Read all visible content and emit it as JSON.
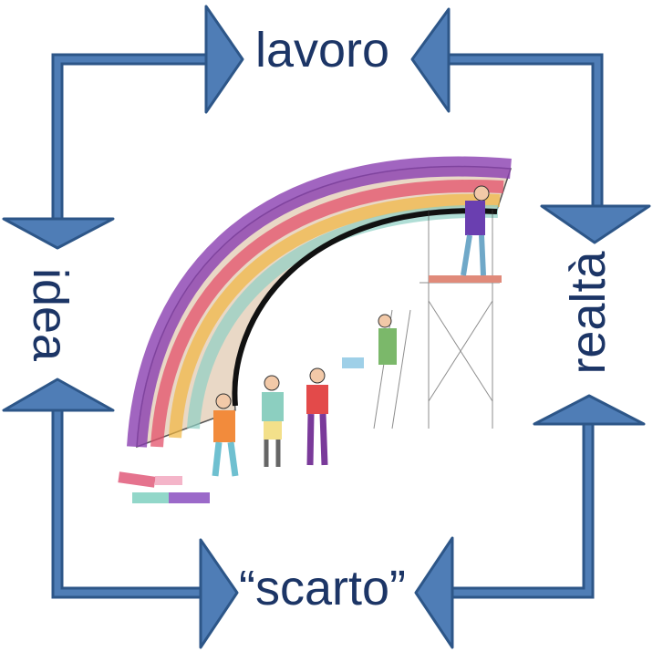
{
  "labels": {
    "top": "lavoro",
    "left": "idea",
    "right": "realtà",
    "bottom": "“scarto”"
  },
  "colors": {
    "arrow_fill": "#4f7db6",
    "arrow_stroke": "#2d5688",
    "text": "#1c3566"
  },
  "illustration": "arch-builders-drawing"
}
